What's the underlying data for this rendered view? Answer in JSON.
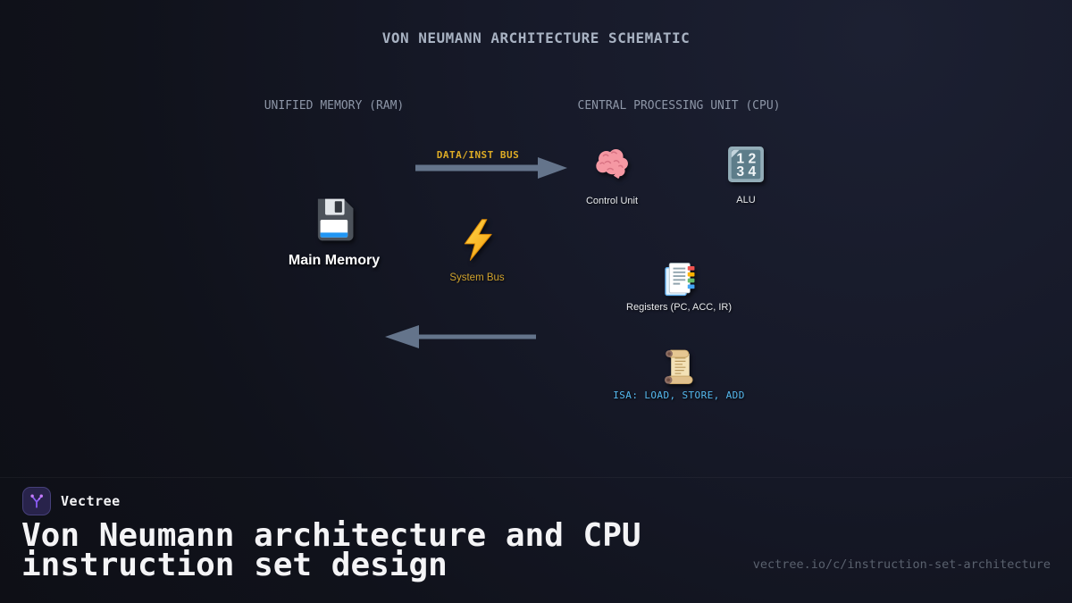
{
  "title": "VON NEUMANN ARCHITECTURE SCHEMATIC",
  "sections": {
    "memory": "UNIFIED MEMORY (RAM)",
    "cpu": "CENTRAL PROCESSING UNIT (CPU)"
  },
  "buses": {
    "data_inst": {
      "label": "DATA/INST BUS",
      "direction": "memory-to-cpu"
    },
    "return_bus": {
      "direction": "cpu-to-memory"
    }
  },
  "nodes": {
    "main_memory": {
      "label": "Main Memory",
      "icon": "floppy-disk"
    },
    "control_unit": {
      "label": "Control Unit",
      "icon": "brain"
    },
    "alu": {
      "label": "ALU",
      "icon": "input-numbers"
    },
    "system_bus": {
      "label": "System Bus",
      "icon": "lightning-bolt"
    },
    "registers": {
      "label": "Registers (PC, ACC, IR)",
      "icon": "bookmark-tabs"
    },
    "isa": {
      "label": "ISA: LOAD, STORE, ADD",
      "icon": "scroll"
    }
  },
  "footer": {
    "brand": "Vectree",
    "heading": "Von Neumann architecture and CPU instruction set design",
    "url": "vectree.io/c/instruction-set-architecture"
  },
  "colors": {
    "background": "#12141f",
    "arrow": "#64748b",
    "bus_label_gold": "#ddab25",
    "system_bus_gold": "#cfa22e",
    "isa_blue": "#55b9ef",
    "title_gray": "#a8b2c2",
    "section_gray": "#8d96a7",
    "brand_purple": "#8b5cf6"
  }
}
